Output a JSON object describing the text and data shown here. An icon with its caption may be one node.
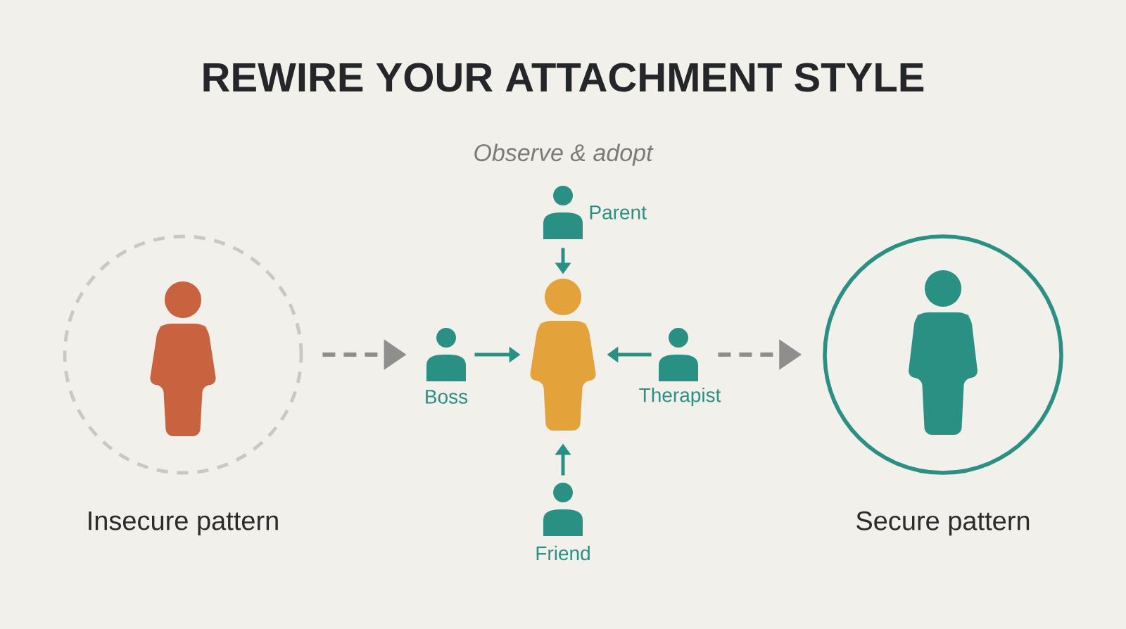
{
  "diagram": {
    "title": "REWIRE YOUR ATTACHMENT STYLE",
    "nodes": [
      {
        "text": [],
        "shape": "circle",
        "beside": [
          "Insecure pattern"
        ]
      },
      {
        "text": [],
        "shape": "person",
        "in": 0
      },
      {
        "text": [],
        "shape": "person",
        "beside": [
          "Boss"
        ]
      },
      {
        "text": [],
        "shape": "person",
        "beside": [
          "Parent"
        ]
      },
      {
        "text": [],
        "shape": "person"
      },
      {
        "text": [],
        "shape": "person",
        "beside": [
          "Friend"
        ]
      },
      {
        "text": [],
        "shape": "person",
        "beside": [
          "Therapist"
        ]
      },
      {
        "text": [],
        "shape": "circle",
        "beside": [
          "Secure pattern"
        ]
      },
      {
        "text": [],
        "shape": "person",
        "in": 7
      }
    ],
    "edges": [
      {
        "from": 0,
        "to": 2,
        "arrow": "to",
        "style": "dashed",
        "color": "#8e8e8c"
      },
      {
        "from": 3,
        "to": 4,
        "arrow": "to"
      },
      {
        "from": 2,
        "to": 4,
        "arrow": "to"
      },
      {
        "from": 6,
        "to": 4,
        "arrow": "to"
      },
      {
        "from": 5,
        "to": 4,
        "arrow": "to"
      },
      {
        "from": 6,
        "to": 7,
        "arrow": "to",
        "style": "dashed",
        "color": "#8e8e8c"
      }
    ],
    "labels": [
      "Observe & adopt"
    ]
  }
}
